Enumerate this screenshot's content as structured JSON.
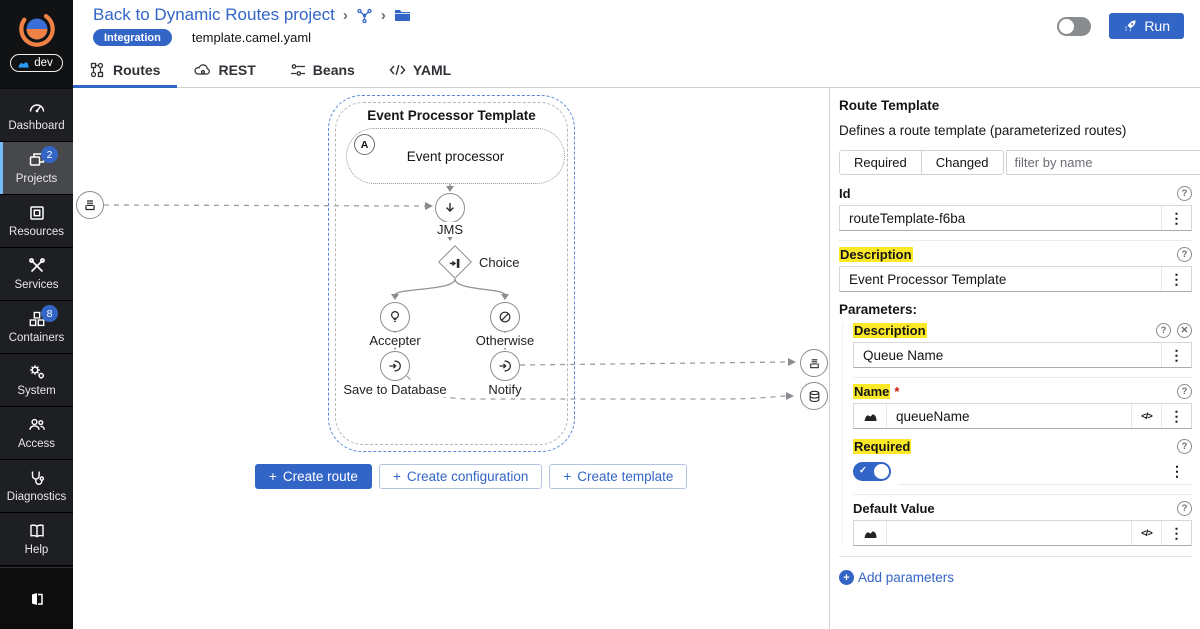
{
  "header": {
    "back_link": "Back to Dynamic Routes project",
    "badge": "Integration",
    "filename": "template.camel.yaml",
    "env": "dev",
    "run": "Run",
    "tabs": [
      {
        "label": "Routes"
      },
      {
        "label": "REST"
      },
      {
        "label": "Beans"
      },
      {
        "label": "YAML"
      }
    ]
  },
  "sidebar": {
    "items": [
      {
        "label": "Dashboard"
      },
      {
        "label": "Projects",
        "badge": "2"
      },
      {
        "label": "Resources"
      },
      {
        "label": "Services"
      },
      {
        "label": "Containers",
        "badge": "8"
      },
      {
        "label": "System"
      },
      {
        "label": "Access"
      },
      {
        "label": "Diagnostics"
      },
      {
        "label": "Help"
      }
    ]
  },
  "canvas": {
    "template_title": "Event Processor Template",
    "route_badge": "A",
    "route_name": "Event processor",
    "steps": {
      "jms": "JMS",
      "choice": "Choice",
      "when": "Accepter",
      "otherwise": "Otherwise",
      "save": "Save to Database",
      "notify": "Notify"
    },
    "actions": {
      "create_route": "Create route",
      "create_configuration": "Create configuration",
      "create_template": "Create template"
    }
  },
  "panel": {
    "title": "Route Template",
    "subtitle": "Defines a route template (parameterized routes)",
    "filters": {
      "required": "Required",
      "changed": "Changed",
      "placeholder": "filter by name"
    },
    "id": {
      "label": "Id",
      "value": "routeTemplate-f6ba"
    },
    "description": {
      "label": "Description",
      "value": "Event Processor Template"
    },
    "parameters_title": "Parameters:",
    "parameter": {
      "description_label": "Description",
      "description_value": "Queue Name",
      "name_label": "Name",
      "required_mark": "*",
      "name_value": "queueName",
      "required_label": "Required",
      "default_label": "Default Value"
    },
    "add_parameters": "Add parameters"
  },
  "glyphs": {
    "kebab": "⋮",
    "help": "?",
    "clear": "✕",
    "remove": "✕",
    "code": "</>",
    "plus": "+",
    "chevron": "›"
  },
  "colors": {
    "accent": "#3365c7",
    "highlight": "#fbe927",
    "nav_indicator": "#73bcf7"
  }
}
